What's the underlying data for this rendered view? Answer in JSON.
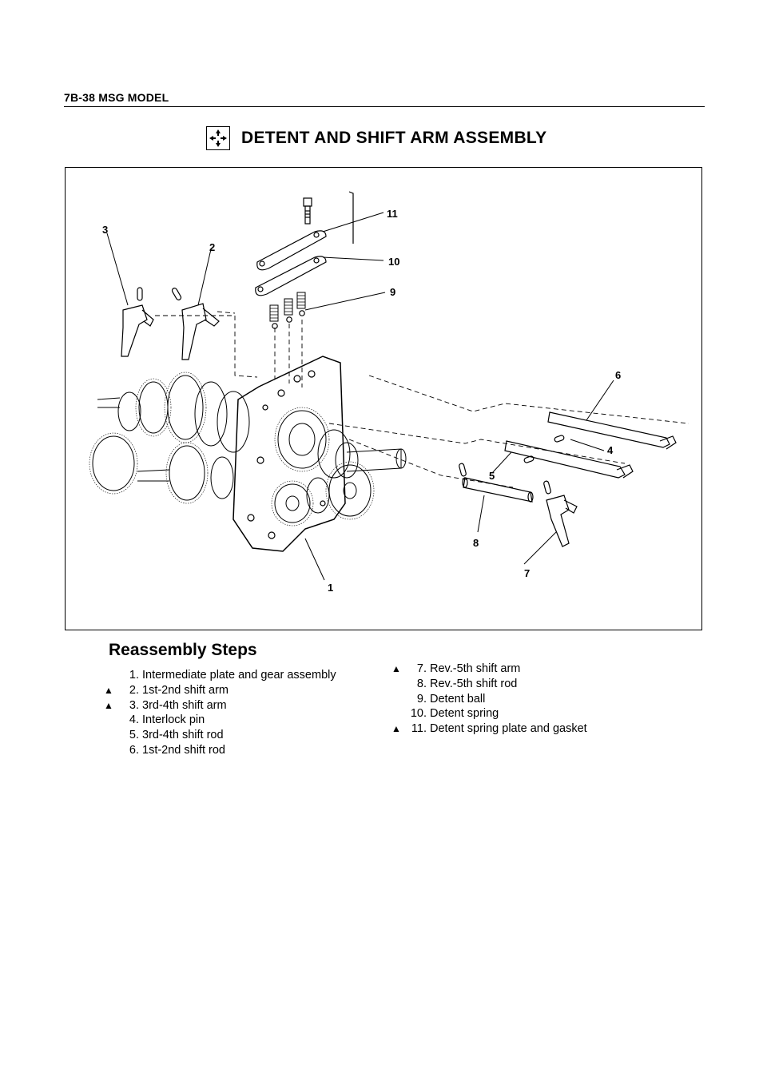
{
  "header": {
    "section": "7B-38  MSG MODEL"
  },
  "title": {
    "icon": "assembly-arrows-icon",
    "text": "DETENT AND SHIFT ARM ASSEMBLY"
  },
  "figure": {
    "callouts": [
      "1",
      "2",
      "3",
      "4",
      "5",
      "6",
      "7",
      "8",
      "9",
      "10",
      "11"
    ]
  },
  "steps": {
    "heading": "Reassembly Steps",
    "left": [
      {
        "mark": "",
        "num": "1.",
        "text": "Intermediate plate and gear assembly"
      },
      {
        "mark": "▲",
        "num": "2.",
        "text": "1st-2nd shift arm"
      },
      {
        "mark": "▲",
        "num": "3.",
        "text": "3rd-4th shift arm"
      },
      {
        "mark": "",
        "num": "4.",
        "text": "Interlock pin"
      },
      {
        "mark": "",
        "num": "5.",
        "text": "3rd-4th shift rod"
      },
      {
        "mark": "",
        "num": "6.",
        "text": "1st-2nd shift rod"
      }
    ],
    "right": [
      {
        "mark": "▲",
        "num": "7.",
        "text": "Rev.-5th shift arm"
      },
      {
        "mark": "",
        "num": "8.",
        "text": "Rev.-5th shift rod"
      },
      {
        "mark": "",
        "num": "9.",
        "text": "Detent ball"
      },
      {
        "mark": "",
        "num": "10.",
        "text": "Detent spring"
      },
      {
        "mark": "▲",
        "num": "11.",
        "text": "Detent spring plate and gasket"
      }
    ]
  }
}
